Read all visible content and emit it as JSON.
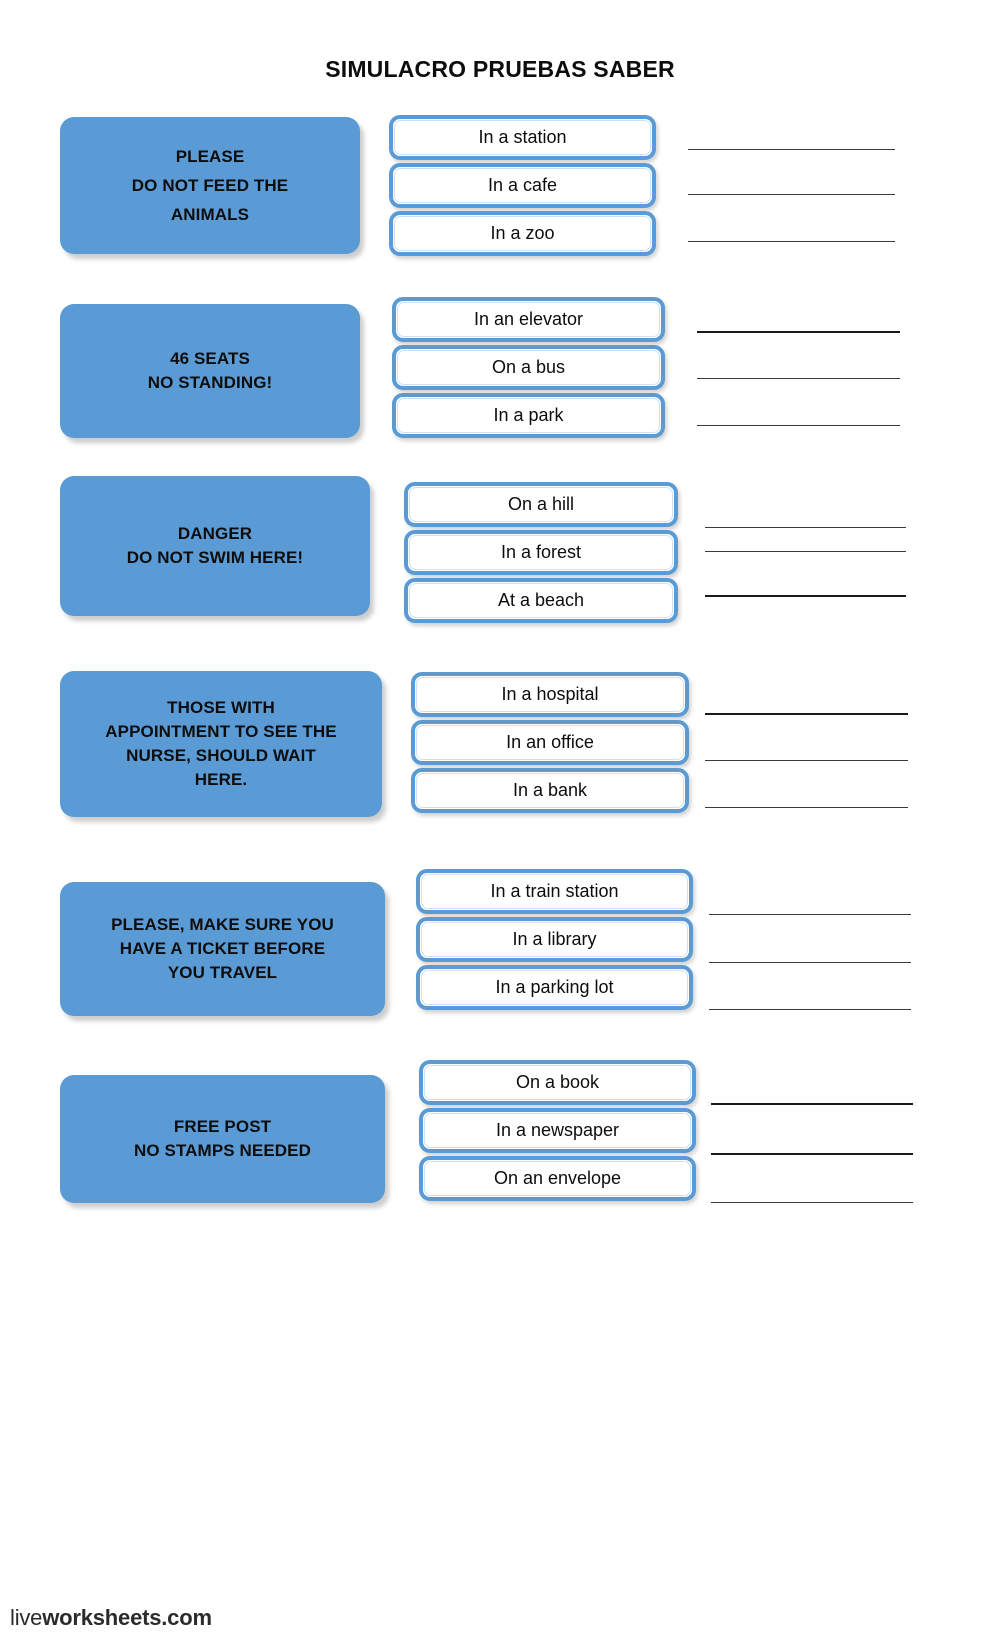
{
  "page": {
    "title": "SIMULACRO PRUEBAS SABER",
    "background_color": "#ffffff",
    "accent_color": "#5B9BD5",
    "text_color": "#0d0d0d"
  },
  "watermark": {
    "light_part": "live",
    "bold_part": "worksheets.com"
  },
  "blocks": [
    {
      "sign_lines": [
        "PLEASE",
        "DO NOT FEED THE",
        "ANIMALS"
      ],
      "options": [
        "In a station",
        "In a cafe",
        "In a zoo"
      ],
      "answer_lines": [
        "",
        "",
        ""
      ]
    },
    {
      "sign_lines": [
        "46 SEATS",
        "NO STANDING!"
      ],
      "options": [
        "In an elevator",
        "On a bus",
        "In a park"
      ],
      "answer_lines": [
        "",
        "",
        ""
      ]
    },
    {
      "sign_lines": [
        "DANGER",
        "DO NOT SWIM HERE!"
      ],
      "options": [
        "On a hill",
        "In a forest",
        "At a beach"
      ],
      "answer_lines": [
        "",
        "",
        ""
      ]
    },
    {
      "sign_lines": [
        "THOSE WITH",
        "APPOINTMENT TO SEE THE",
        "NURSE, SHOULD WAIT",
        "HERE."
      ],
      "options": [
        "In a hospital",
        "In an office",
        "In a bank"
      ],
      "answer_lines": [
        "",
        "",
        ""
      ]
    },
    {
      "sign_lines": [
        "PLEASE, MAKE SURE YOU",
        "HAVE A TICKET BEFORE",
        "YOU TRAVEL"
      ],
      "options": [
        "In a train station",
        "In a library",
        "In a parking lot"
      ],
      "answer_lines": [
        "",
        "",
        ""
      ]
    },
    {
      "sign_lines": [
        "FREE POST",
        "NO STAMPS NEEDED"
      ],
      "options": [
        "On a book",
        "In a newspaper",
        "On an envelope"
      ],
      "answer_lines": [
        "",
        "",
        ""
      ]
    }
  ]
}
